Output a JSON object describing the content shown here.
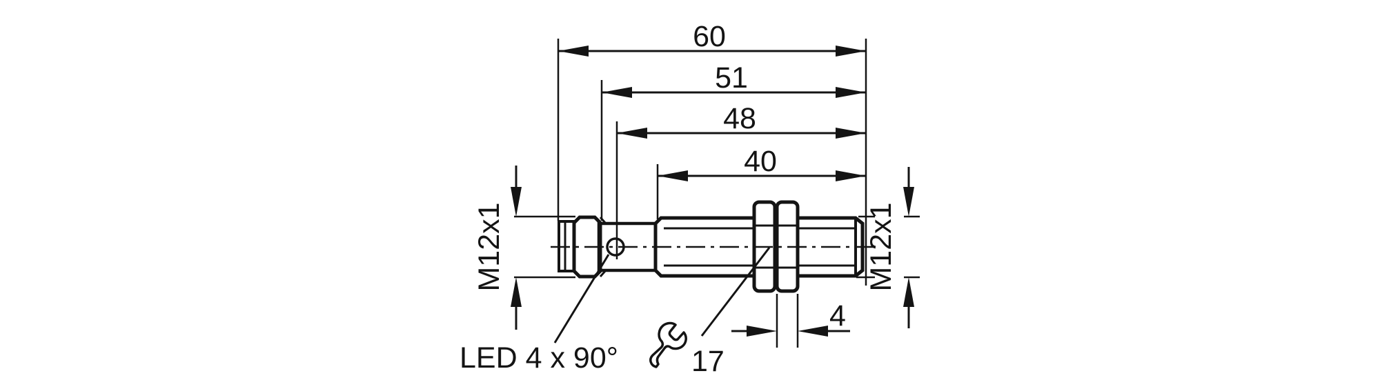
{
  "canvas": {
    "background": "#ffffff",
    "ink": "#141414"
  },
  "drawing": {
    "kind": "technical-dimension-drawing",
    "subject": "cylindrical M12 threaded sensor, side view with hex lock nuts",
    "units": "mm",
    "dims": [
      {
        "value": "60"
      },
      {
        "value": "51"
      },
      {
        "value": "48"
      },
      {
        "value": "40"
      }
    ],
    "nut_thickness": "4",
    "labels": {
      "thread_left": "M12x1",
      "thread_right": "M12x1",
      "led": "LED 4 x 90°",
      "wrench_size": "17"
    },
    "icons": {
      "wrench": "open-end-wrench-icon",
      "led_indicator": "led-position-circle-icon"
    }
  }
}
